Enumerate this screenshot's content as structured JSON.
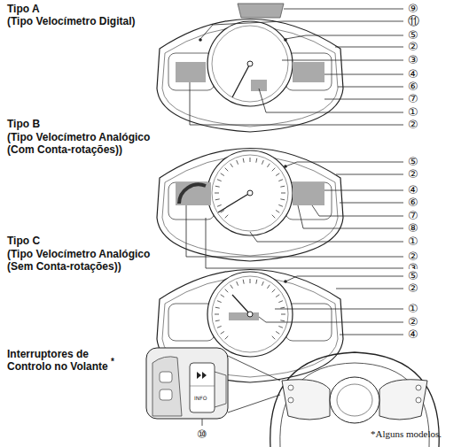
{
  "diagram": {
    "labels": [
      "Tipo A",
      "(Tipo Velocímetro Digital)",
      "⑨",
      "⑪",
      "⑤",
      "②",
      "③",
      "④",
      "⑥",
      "⑦",
      "①",
      "②",
      "Tipo B",
      "(Tipo Velocímetro Analógico (Com Conta-rotações))",
      "⑤",
      "②",
      "④",
      "⑥",
      "⑦",
      "⑧",
      "①",
      "②",
      "③",
      "Tipo C",
      "(Tipo Velocímetro Analógico (Sem Conta-rotações))",
      "⑤",
      "②",
      "①",
      "②",
      "④",
      "Interruptores de Controlo no Volante",
      "*",
      "INFO",
      "⑩",
      "*Alguns modelos."
    ]
  }
}
